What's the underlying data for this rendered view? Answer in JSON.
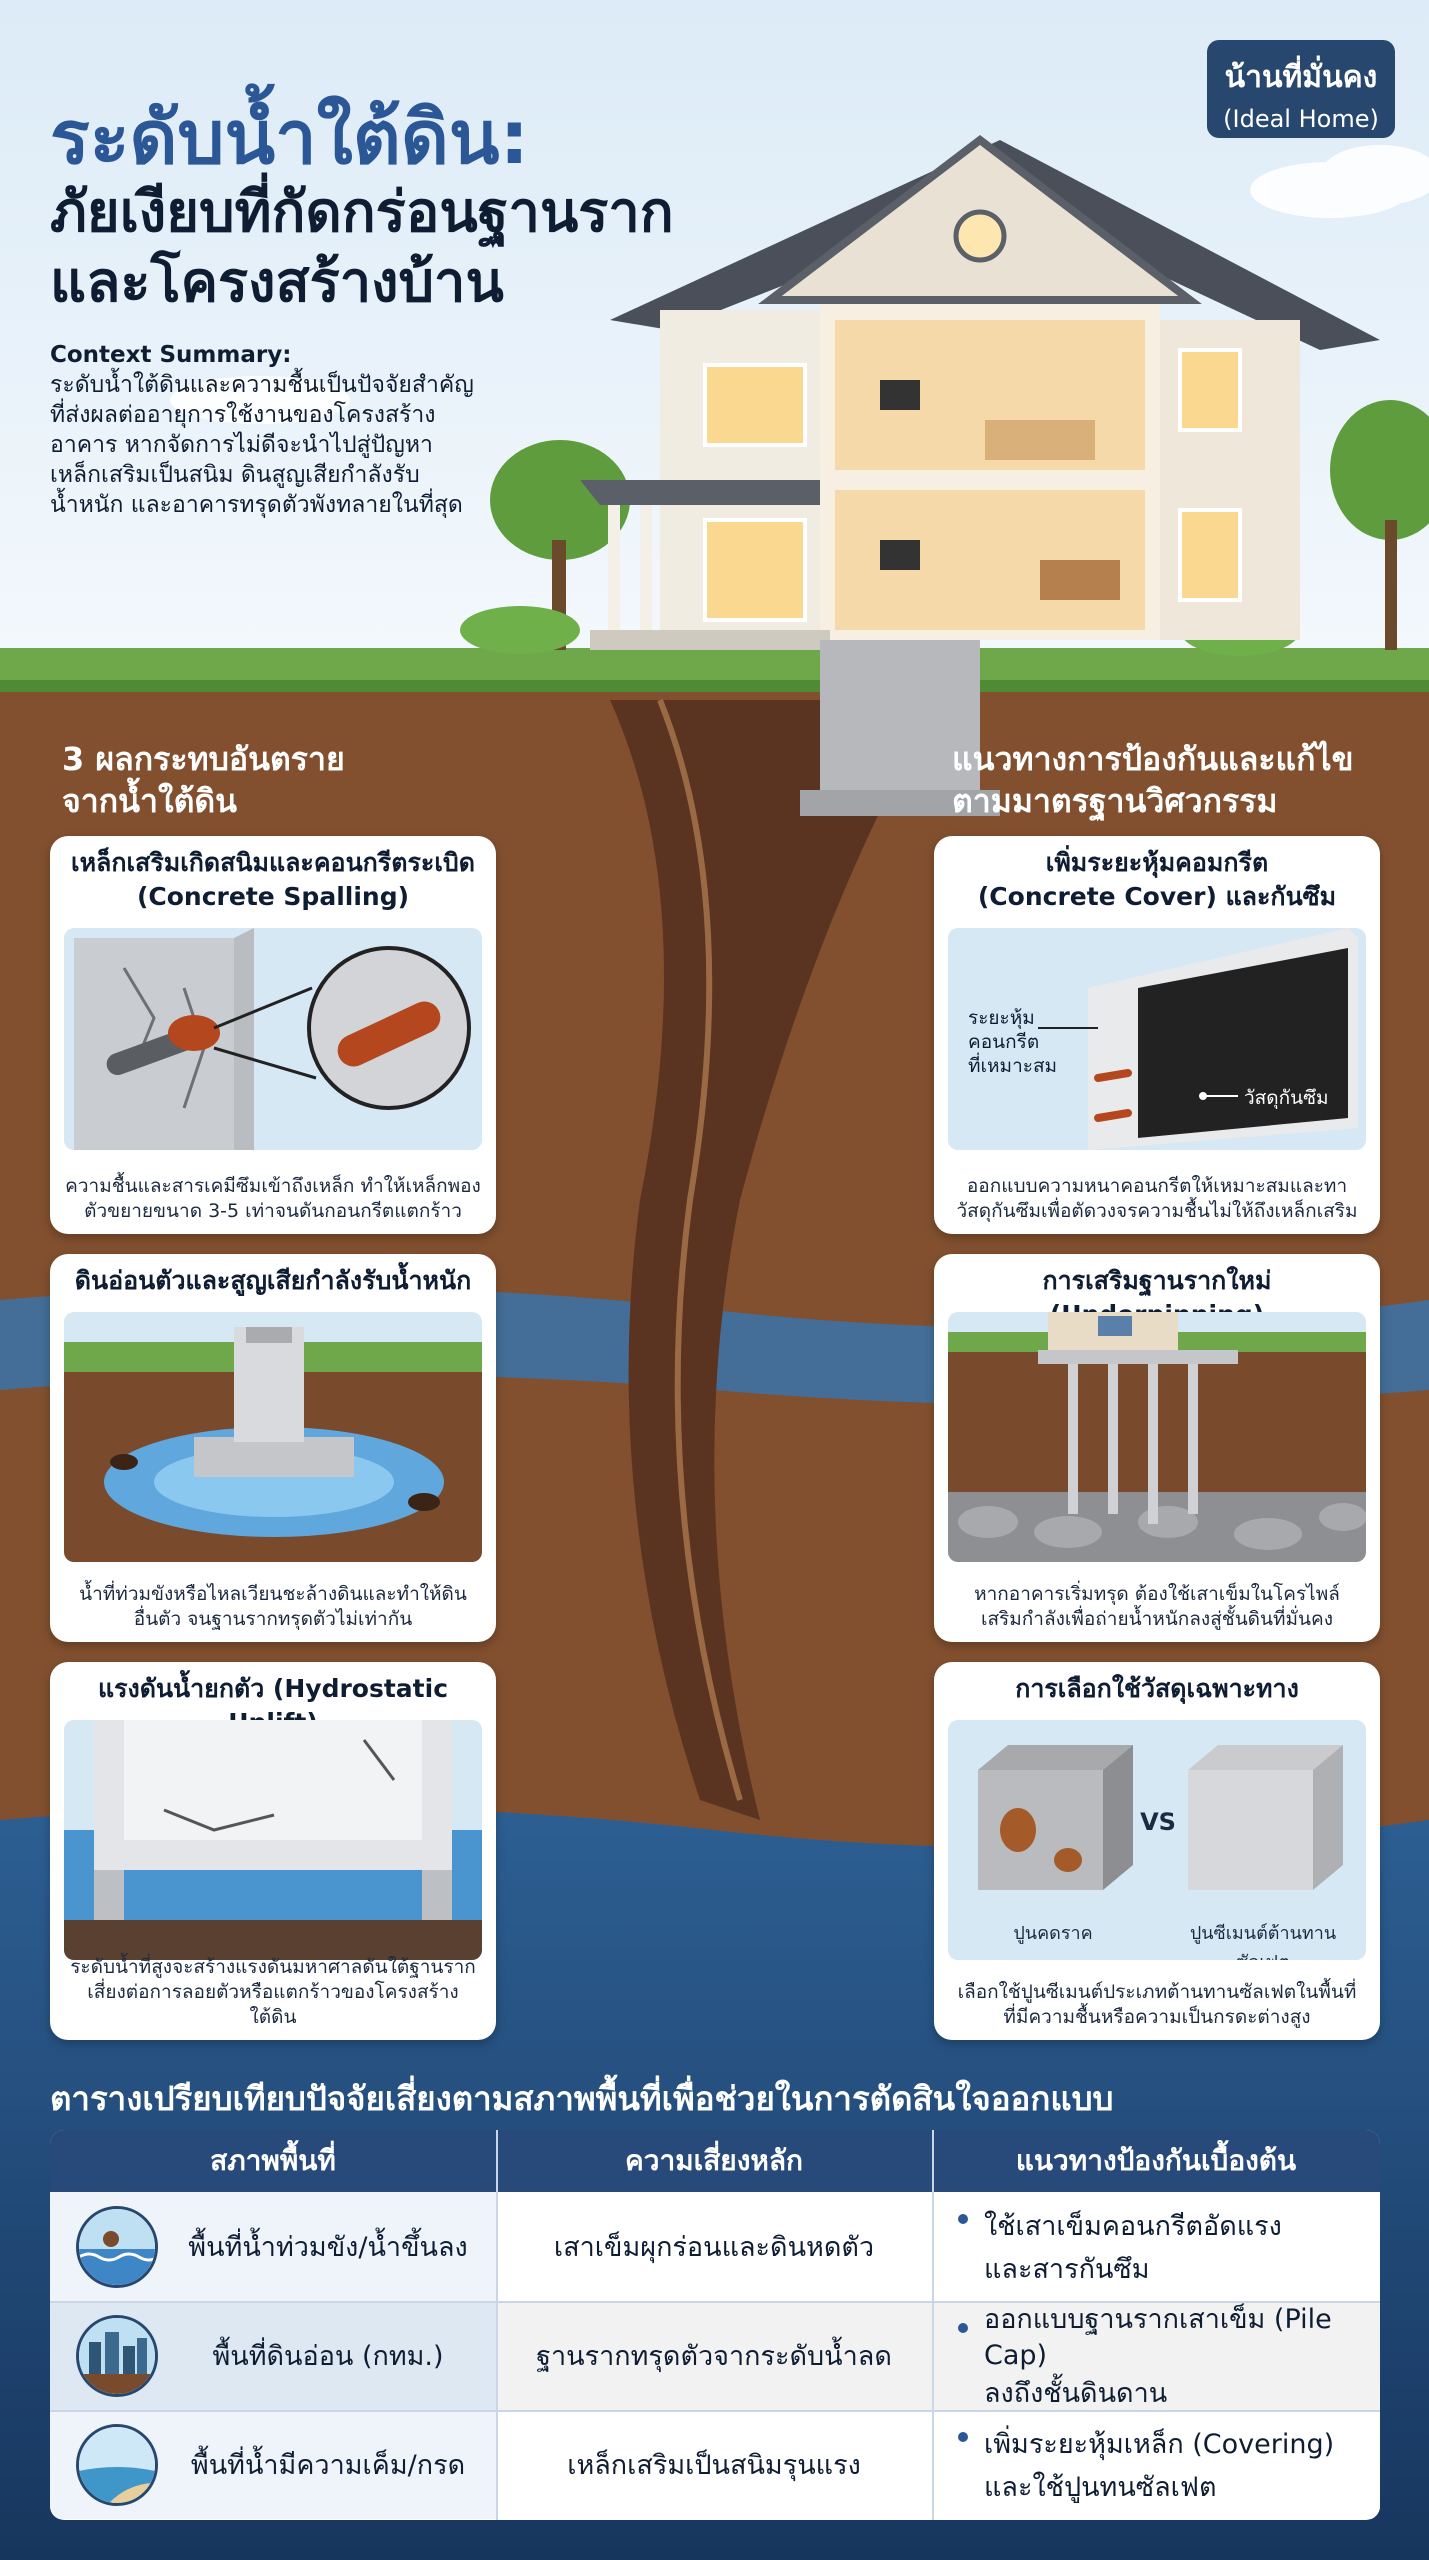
{
  "brand": {
    "line1": "น้านที่มั่นคง",
    "line2": "(Ideal Home)"
  },
  "header": {
    "title_main": "ระดับน้ำใต้ดิน:",
    "title_sub_1": "ภัยเงียบที่กัดกร่อนฐานราก",
    "title_sub_2": "และโครงสร้างบ้าน"
  },
  "context": {
    "heading": "Context Summary:",
    "lines": [
      "ระดับน้ำใต้ดินและความชื้นเป็นปัจจัยสำคัญ",
      "ที่ส่งผลต่ออายุการใช้งานของโครงสร้าง",
      "อาคาร หากจัดการไม่ดีจะนำไปสู่ปัญหา",
      "เหล็กเสริมเป็นสนิม ดินสูญเสียกำลังรับ",
      "น้ำหนัก และอาคารทรุดตัวพังทลายในที่สุด"
    ]
  },
  "left_section": {
    "line1": "3 ผลกระทบอันตราย",
    "line2": "จากน้ำใต้ดิน"
  },
  "right_section": {
    "line1": "แนวทางการป้องกันและแก้ไข",
    "line2": "ตามมาตรฐานวิศวกรรม"
  },
  "left_cards": [
    {
      "title_1": "เหล็กเสริมเกิดสนิมและคอนกรีตระเบิด",
      "title_2": "(Concrete Spalling)",
      "desc_1": "ความชื้นและสารเคมีซึมเข้าถึงเหล็ก ทำให้เหล็กพอง",
      "desc_2": "ตัวขยายขนาด 3-5 เท่าจนดันกอนกรีตแตกร้าว"
    },
    {
      "title_1": "ดินอ่อนตัวและสูญเสียกำลังรับน้ำหนัก",
      "desc_1": "น้ำที่ท่วมขังหรือไหลเวียนชะล้างดินและทำให้ดิน",
      "desc_2": "อื่นตัว จนฐานรากทรุดตัวไม่เท่ากัน"
    },
    {
      "title_1": "แรงดันน้ำยกตัว (Hydrostatic Uplift)",
      "desc_1": "ระดับน้ำที่สูงจะสร้างแรงดันมหาศาลดันใต้ฐานราก",
      "desc_2": "เสี่ยงต่อการลอยตัวหรือแตกร้าวของโครงสร้างใต้ดิน"
    }
  ],
  "right_cards": [
    {
      "title_1": "เพิ่มระยะหุ้มคอมกรีต",
      "title_2": "(Concrete Cover) และกันซึม",
      "label_cover_1": "ระยะหุ้ม",
      "label_cover_2": "คอนกรีต",
      "label_cover_3": "ที่เหมาะสม",
      "label_membrane": "วัสดุกันซึม",
      "desc_1": "ออกแบบความหนาคอนกรีตให้เหมาะสมและทา",
      "desc_2": "วัสดุกันซึมเพื่อตัดวงจรความชื้นไม่ให้ถึงเหล็กเสริม"
    },
    {
      "title_1": "การเสริมฐานรากใหม่ (Underpinning)",
      "desc_1": "หากอาคารเริ่มทรุด ต้องใช้เสาเข็มในโครไพล์",
      "desc_2": "เสริมกำลังเพื่อถ่ายน้ำหนักลงสู่ชั้นดินที่มั่นคง"
    },
    {
      "title_1": "การเลือกใช้วัสดุเฉพาะทาง",
      "vs": "VS",
      "label_left": "ปูนคดราค",
      "label_right": "ปูนซีเมนต์ต้านทานซัลเฟต",
      "desc_1": "เลือกใช้ปูนซีเมนต์ประเภทต้านทานซัลเฟตในพื้นที่",
      "desc_2": "ที่มีความชื้นหรือความเป็นกรดะต่างสูง"
    }
  ],
  "table": {
    "title": "ตารางเปรียบเทียบปัจจัยเสี่ยงตามสภาพพื้นที่เพื่อช่วยในการตัดสินใจออกแบบ",
    "headers": [
      "สภาพพื้นที่",
      "ความเสี่ยงหลัก",
      "แนวทางป้องกันเบื้องต้น"
    ],
    "rows": [
      {
        "area": "พื้นที่น้ำท่วมขัง/น้ำขึ้นลง",
        "risk": "เสาเข็มผุกร่อนและดินหดตัว",
        "solution_1": "ใช้เสาเข็มคอนกรีตอัดแรง",
        "solution_2": "และสารกันซึม",
        "icon": "flood-icon"
      },
      {
        "area": "พื้นที่ดินอ่อน (กทม.)",
        "risk": "ฐานรากทรุดตัวจากระดับน้ำลด",
        "solution_1": "ออกแบบฐานรากเสาเข็ม (Pile Cap)",
        "solution_2": "ลงถึงชั้นดินดาน",
        "icon": "city-icon"
      },
      {
        "area": "พื้นที่น้ำมีความเค็ม/กรด",
        "risk": "เหล็กเสริมเป็นสนิมรุนแรง",
        "solution_1": "เพิ่มระยะหุ้มเหล็ก (Covering)",
        "solution_2": "และใช้ปูนทนซัลเฟต",
        "icon": "coast-icon"
      }
    ]
  },
  "colors": {
    "title_blue": "#2b5797",
    "navy": "#27476e",
    "soil": "#7a4a2c",
    "water": "#2f5f93",
    "grass": "#6fa84a"
  }
}
